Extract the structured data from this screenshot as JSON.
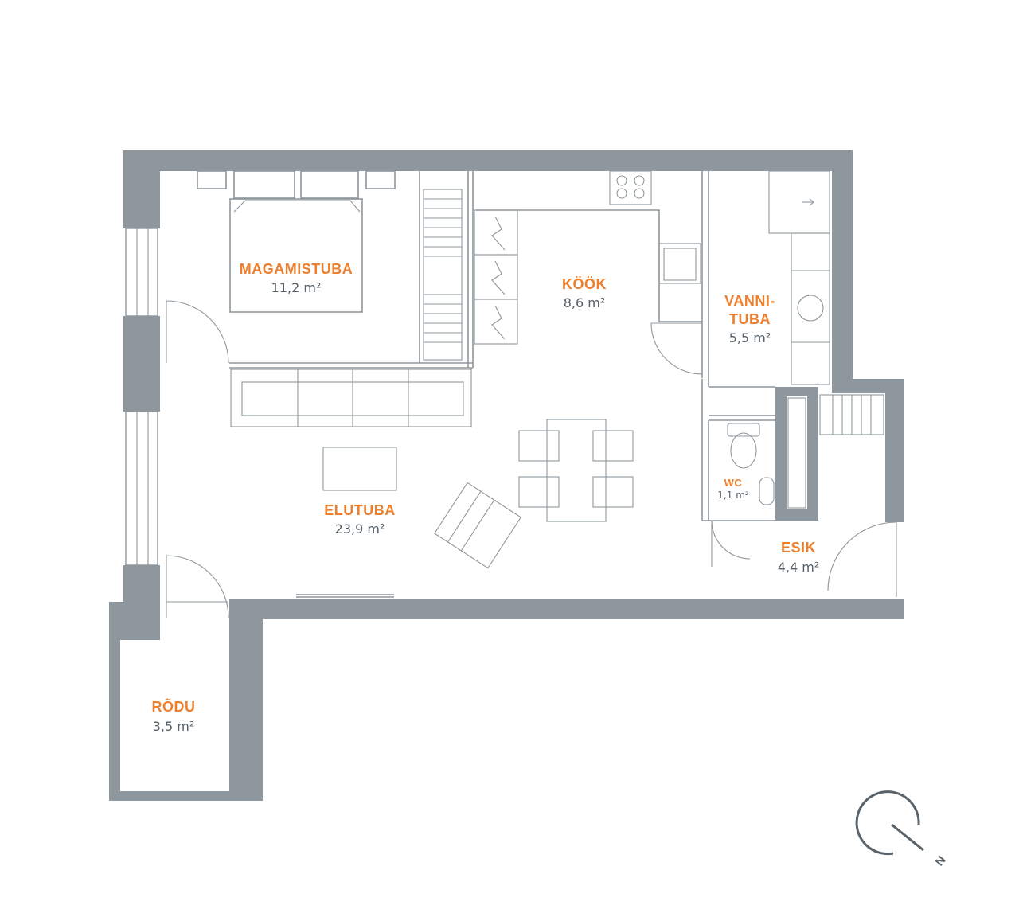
{
  "rooms": {
    "bedroom": {
      "name": "MAGAMISTUBA",
      "area": "11,2 m²"
    },
    "kitchen": {
      "name": "KÖÖK",
      "area": "8,6 m²"
    },
    "bathroom": {
      "name_line1": "VANNI-",
      "name_line2": "TUBA",
      "area": "5,5 m²"
    },
    "wc": {
      "name": "WC",
      "area": "1,1 m²"
    },
    "living": {
      "name": "ELUTUBA",
      "area": "23,9 m²"
    },
    "hall": {
      "name": "ESIK",
      "area": "4,4 m²"
    },
    "balcony": {
      "name": "RÕDU",
      "area": "3,5 m²"
    }
  },
  "compass": {
    "icon": "north-arrow-icon",
    "label": "N"
  },
  "colors": {
    "wall": "#8e979d",
    "label": "#ee7f2d",
    "area": "#555f66"
  }
}
